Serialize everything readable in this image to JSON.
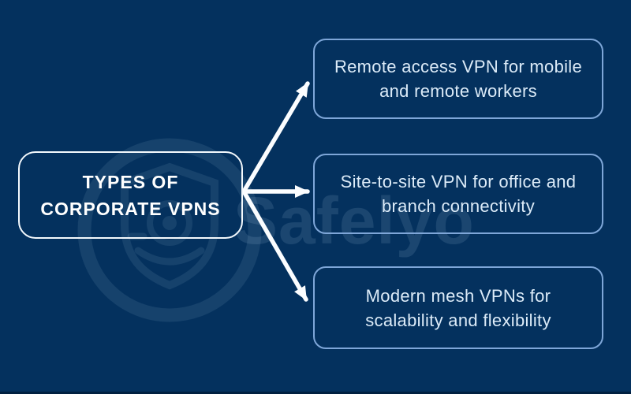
{
  "diagram": {
    "title_node": {
      "lines": [
        "TYPES OF",
        "CORPORATE VPNS"
      ]
    },
    "branches": [
      {
        "lines": [
          "Remote access VPN for mobile",
          "and remote workers"
        ]
      },
      {
        "lines": [
          "Site-to-site VPN for office and",
          "branch connectivity"
        ]
      },
      {
        "lines": [
          "Modern mesh VPNs for",
          "scalability and flexibility"
        ]
      }
    ]
  },
  "watermark": {
    "brand": "Safelyo",
    "logo": "shield-lock-in-circle"
  },
  "colors": {
    "background": "#04315e",
    "main_node_border": "#f4f9fd",
    "main_node_text": "#ffffff",
    "branch_border": "#7ea6d8",
    "branch_text": "#dcebf8",
    "arrow": "#fbfdff",
    "watermark": "rgba(186,214,240,0.13)"
  }
}
